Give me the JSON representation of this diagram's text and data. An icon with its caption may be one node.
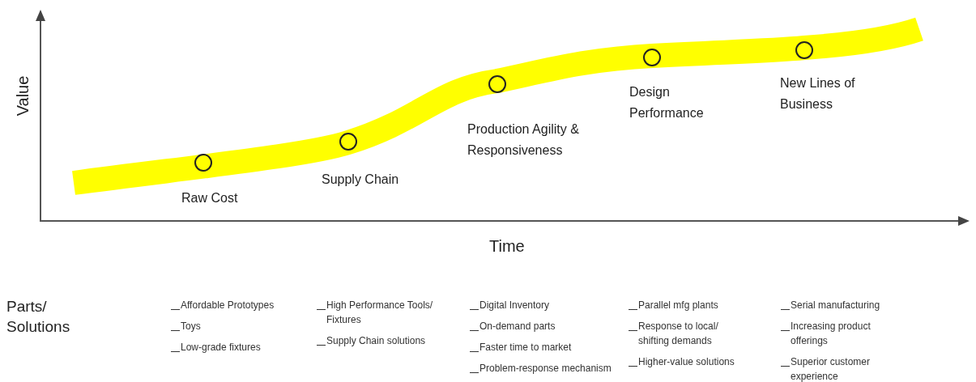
{
  "diagram": {
    "nodes": [
      {
        "text": [],
        "shape": "circle",
        "beside": [
          "Raw Cost"
        ]
      },
      {
        "text": [],
        "shape": "circle",
        "beside": [
          "Supply Chain"
        ]
      },
      {
        "text": [],
        "shape": "circle",
        "beside": [
          "Production Agility & Responsiveness"
        ]
      },
      {
        "text": [],
        "shape": "circle",
        "beside": [
          "Design Performance"
        ]
      },
      {
        "text": [],
        "shape": "circle",
        "beside": [
          "New Lines of Business"
        ]
      }
    ],
    "labels": [
      "Value",
      "Time",
      "Parts/ Solutions",
      "Affordable Prototypes",
      "Toys",
      "Low-grade fixtures",
      "High Performance Tools/ Fixtures",
      "Supply Chain solutions",
      "Digital Inventory",
      "On-demand parts",
      "Faster time to market",
      "Problem-response mechanism",
      "Parallel mfg plants",
      "Response to local/ shifting demands",
      "Higher-value solutions",
      "Serial manufacturing",
      "Increasing product offerings",
      "Superior customer experience"
    ]
  }
}
